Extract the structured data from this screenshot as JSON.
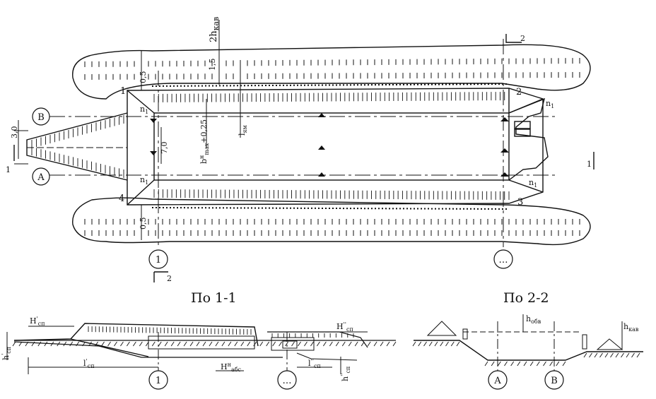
{
  "plan": {
    "corners": [
      "1",
      "2",
      "3",
      "4"
    ],
    "axis_row_top": "В",
    "axis_row_bottom": "А",
    "axis_col_left": "1",
    "axis_col_right": "…",
    "section_mark_1": "1",
    "section_mark_2": "2",
    "dims": {
      "top_2h": "2h",
      "top_2h_sub": "кав",
      "d05_top": "0,5",
      "d15": "1,5",
      "d05_bottom": "0,5",
      "d30": "3,0",
      "d70": "7,0",
      "d1": "1",
      "l_label": "l",
      "l_sub": "ям",
      "b_label": "b",
      "b_sup": "н",
      "b_sub": "max",
      "b_add": "+0,25",
      "n_label": "n",
      "n_sub": "1"
    }
  },
  "sections": {
    "s1_title": "По 1-1",
    "s2_title": "По 2-2",
    "s1": {
      "H1": "H",
      "H1_sup": "'",
      "H1_sub": "сп",
      "H2": "H",
      "H2_sup": "''",
      "H2_sub": "сп",
      "h1": "h",
      "h1_sup": "'",
      "h1_sub": "сп",
      "l1": "l",
      "l1_sup": "'",
      "l1_sub": "сп",
      "l2": "l",
      "l2_sup": "''",
      "l2_sub": "сп",
      "Habs": "H",
      "Habs_sup": "н",
      "Habs_sub": "абс",
      "h2": "h",
      "h2_sup": "''",
      "h2_sub": "сп",
      "axis_1": "1",
      "axis_dots": "…"
    },
    "s2": {
      "hobv": "h",
      "hobv_sub": "обв",
      "hkav": "h",
      "hkav_sub": "кав",
      "axis_A": "А",
      "axis_B": "В"
    }
  }
}
